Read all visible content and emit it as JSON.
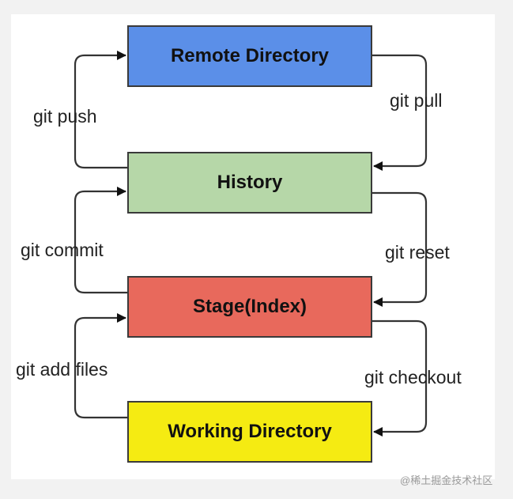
{
  "boxes": {
    "remote": {
      "label": "Remote Directory",
      "color": "#5b8fe8"
    },
    "history": {
      "label": "History",
      "color": "#b6d7a8"
    },
    "stage": {
      "label": "Stage(Index)",
      "color": "#e8695c"
    },
    "working": {
      "label": "Working Directory",
      "color": "#f5eb12"
    }
  },
  "arrows": {
    "push": "git push",
    "commit": "git commit",
    "add": "git add files",
    "pull": "git pull",
    "reset": "git reset",
    "checkout": "git checkout"
  },
  "watermark": "@稀土掘金技术社区"
}
